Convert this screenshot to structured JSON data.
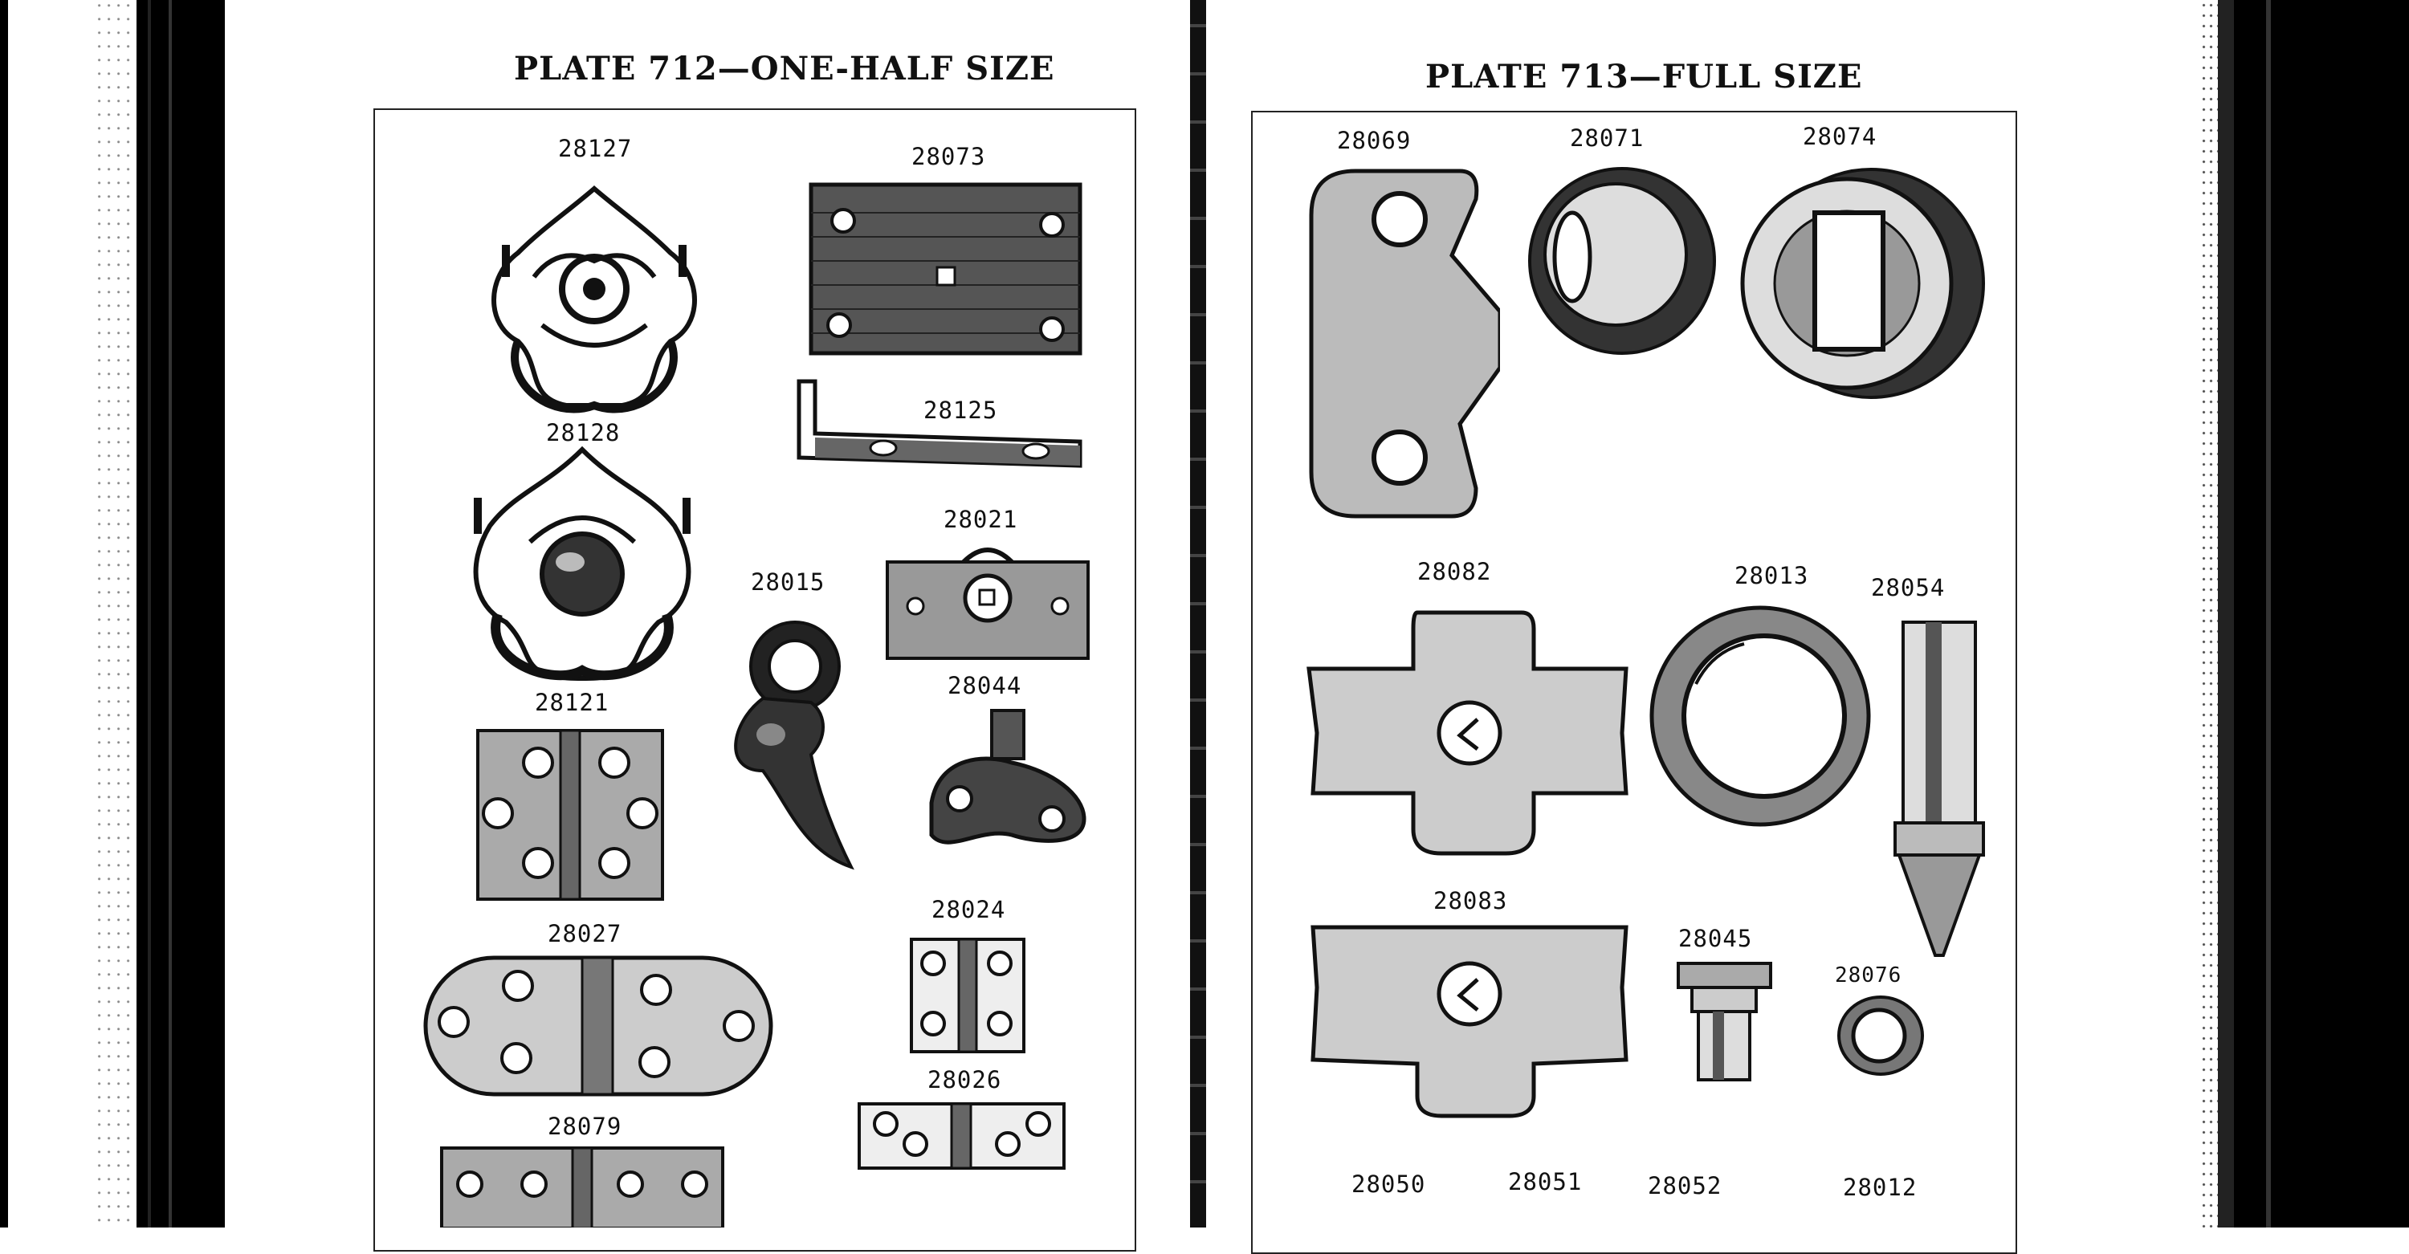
{
  "left_page": {
    "title": "PLATE 712—ONE-HALF SIZE",
    "items": {
      "p28127": "28127",
      "p28073": "28073",
      "p28125": "28125",
      "p28128": "28128",
      "p28021": "28021",
      "p28015": "28015",
      "p28044": "28044",
      "p28121": "28121",
      "p28027": "28027",
      "p28024": "28024",
      "p28026": "28026",
      "p28079": "28079"
    }
  },
  "right_page": {
    "title": "PLATE 713—FULL SIZE",
    "items": {
      "p28069": "28069",
      "p28071": "28071",
      "p28074": "28074",
      "p28082": "28082",
      "p28013": "28013",
      "p28054": "28054",
      "p28083": "28083",
      "p28045": "28045",
      "p28076": "28076",
      "p28050": "28050",
      "p28051": "28051",
      "p28052": "28052",
      "p28012": "28012"
    }
  },
  "colors": {
    "ink": "#111111",
    "paper": "#ffffff",
    "binding": "#000000"
  }
}
